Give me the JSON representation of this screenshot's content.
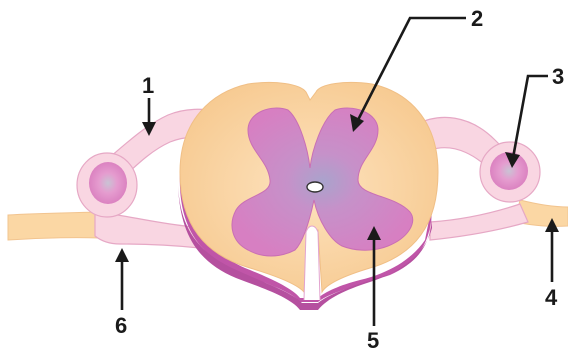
{
  "diagram": {
    "labels": [
      {
        "id": "1",
        "text": "1"
      },
      {
        "id": "2",
        "text": "2"
      },
      {
        "id": "3",
        "text": "3"
      },
      {
        "id": "4",
        "text": "4"
      },
      {
        "id": "5",
        "text": "5"
      },
      {
        "id": "6",
        "text": "6"
      }
    ],
    "colors": {
      "white_matter": "#fbd9a6",
      "white_matter_edge": "#f5c48c",
      "gray_matter": "#d67ec4",
      "gray_matter_center": "#b3a6cc",
      "pia_mater": "#c055a8",
      "nerve_root": "#f9d6e2",
      "ganglion": "#d77fbf",
      "spinal_nerve": "#fbd7a4",
      "leader_line": "#1a1a1a"
    }
  }
}
